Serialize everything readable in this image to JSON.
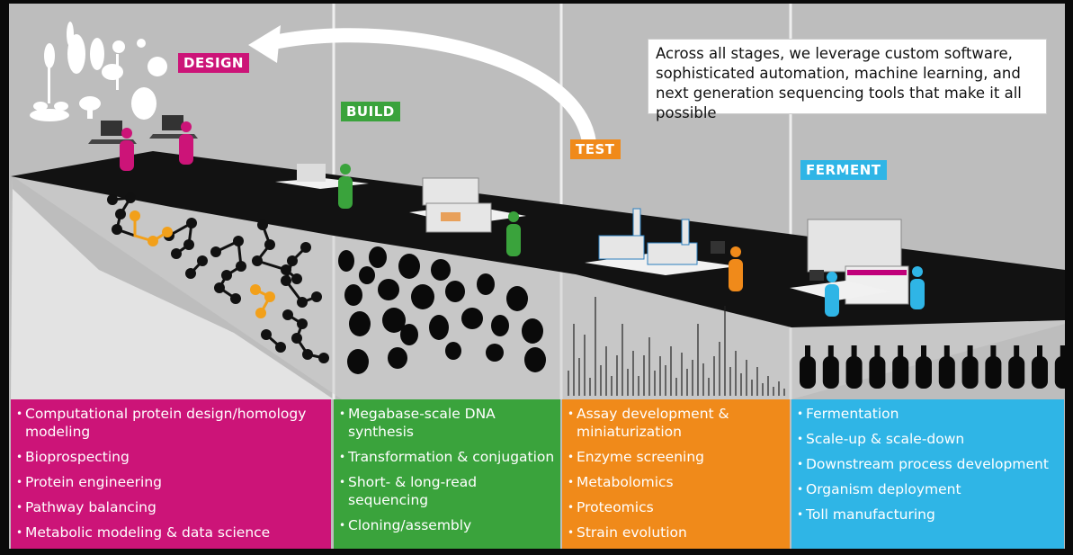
{
  "stages": {
    "design": {
      "label": "DESIGN",
      "color": "#cc1478",
      "items": [
        "Computational protein design/homology modeling",
        "Bioprospecting",
        "Protein engineering",
        "Pathway balancing",
        "Metabolic modeling & data science"
      ]
    },
    "build": {
      "label": "BUILD",
      "color": "#3aa33c",
      "items": [
        "Megabase-scale DNA synthesis",
        "Transformation & conjugation",
        "Short- & long-read sequencing",
        "Cloning/assembly"
      ]
    },
    "test": {
      "label": "TEST",
      "color": "#f08a1a",
      "items": [
        "Assay development & miniaturization",
        "Enzyme screening",
        "Metabolomics",
        "Proteomics",
        "Strain evolution"
      ]
    },
    "ferment": {
      "label": "FERMENT",
      "color": "#2fb5e6",
      "items": [
        "Fermentation",
        "Scale-up & scale-down",
        "Downstream process development",
        "Organism deployment",
        "Toll manufacturing"
      ]
    }
  },
  "callout": "Across all stages, we leverage custom software, sophisticated automation, machine learning, and next generation sequencing tools that make it all possible",
  "icons": [
    "plant-icon",
    "laptop-icon",
    "person-icon",
    "lab-instrument-icon",
    "bioreactor-icon",
    "bottle-icon",
    "cycle-arrow-icon"
  ]
}
